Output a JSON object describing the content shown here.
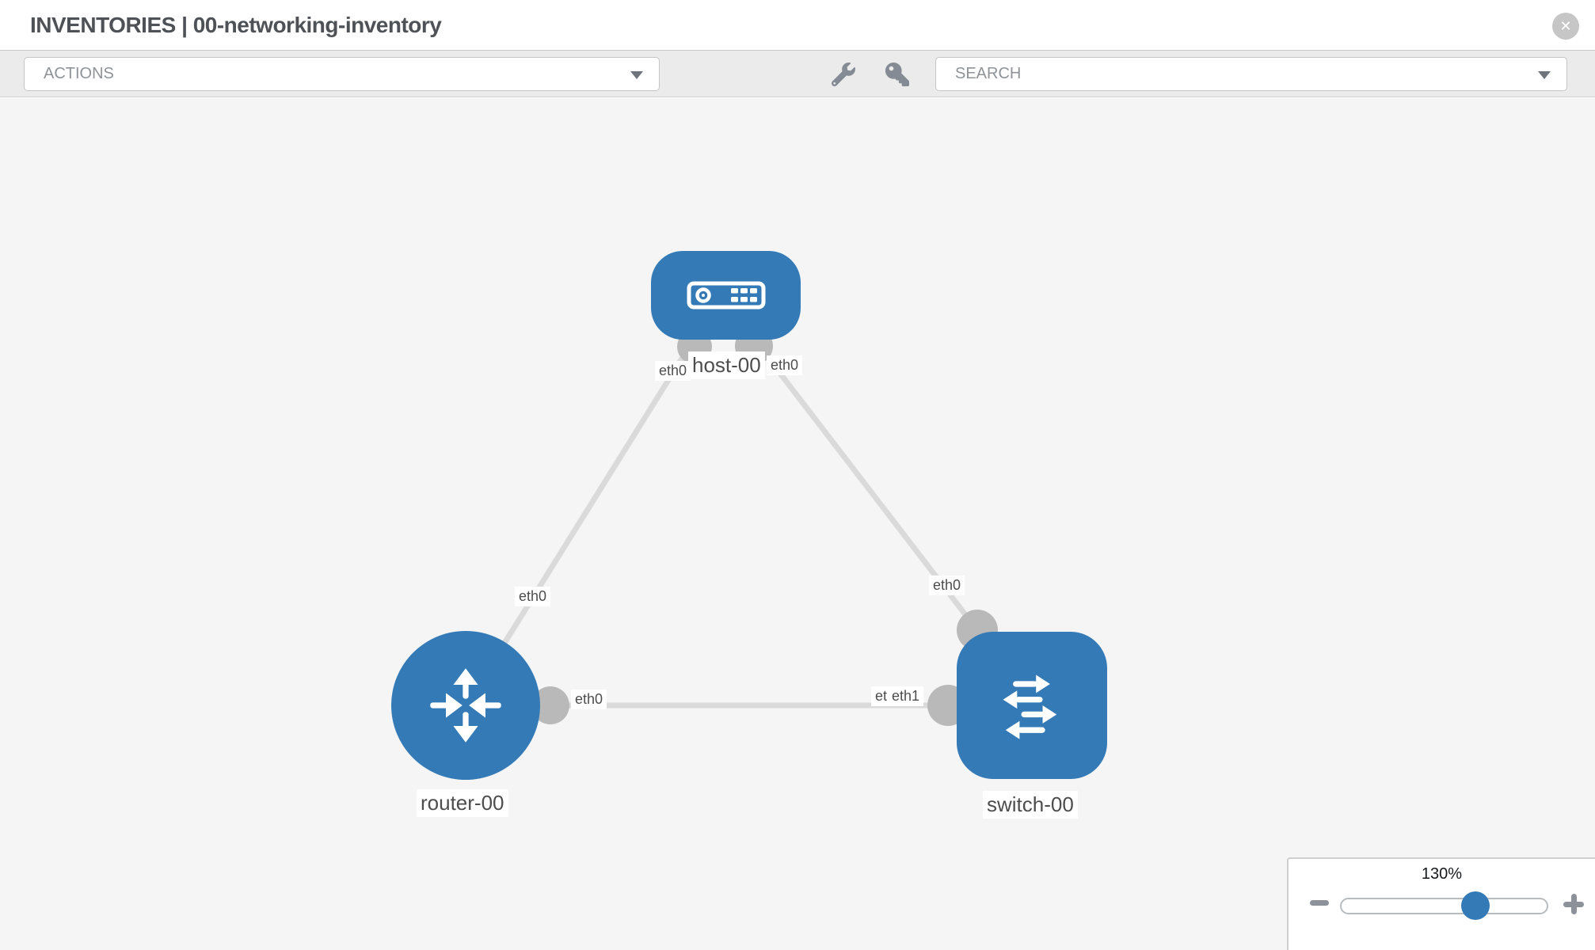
{
  "header": {
    "title": "INVENTORIES | 00-networking-inventory"
  },
  "icons": {
    "close_glyph": "✕"
  },
  "toolbar": {
    "actions_label": "ACTIONS",
    "search_label": "SEARCH"
  },
  "topology": {
    "nodes": [
      {
        "id": "host-00",
        "type": "host",
        "label": "host-00"
      },
      {
        "id": "router-00",
        "type": "router",
        "label": "router-00"
      },
      {
        "id": "switch-00",
        "type": "switch",
        "label": "switch-00"
      }
    ],
    "links": [
      {
        "from": "host-00",
        "to": "router-00"
      },
      {
        "from": "host-00",
        "to": "switch-00"
      },
      {
        "from": "router-00",
        "to": "switch-00"
      }
    ],
    "port_chips": {
      "host_left": "eth0",
      "host_right": "eth0",
      "router_top": "eth0",
      "router_right": "eth0",
      "switch_top": "eth0",
      "switch_left_under": "eth0",
      "switch_left_over": "eth1"
    }
  },
  "zoom_panel": {
    "level": "130%"
  },
  "colors": {
    "accent": "#337ab7",
    "node-fill": "#337ab7",
    "link-line": "#dadada",
    "port-circle": "#b9b9b9",
    "canvas-bg": "#f5f5f6",
    "toolbar-bg": "#ebebeb",
    "icon-gray": "#858b94",
    "label-text": "#4d4d4d"
  }
}
